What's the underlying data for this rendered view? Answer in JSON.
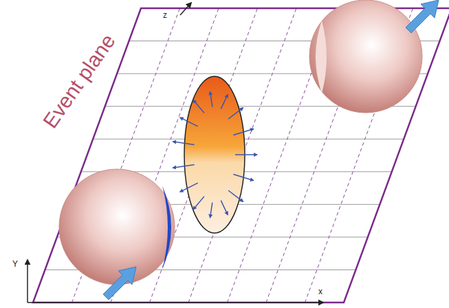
{
  "diagram": {
    "labels": [
      "Event plane",
      "z",
      "Y",
      "x"
    ]
  }
}
